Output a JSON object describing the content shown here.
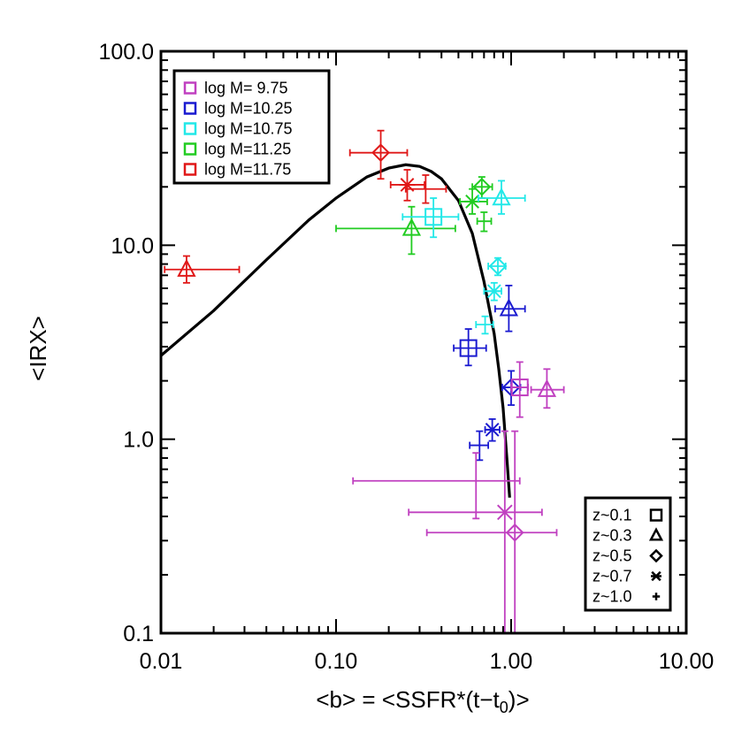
{
  "chart_data": {
    "type": "scatter",
    "title": "",
    "xlabel": "<b> = <SSFR*(t−t",
    "xlabel_sub": "0",
    "xlabel_end": ")>",
    "ylabel": "<IRX>",
    "x_scale": "log",
    "y_scale": "log",
    "xlim": [
      0.01,
      10.0
    ],
    "ylim": [
      0.1,
      100.0
    ],
    "x_ticks": [
      {
        "value": 0.01,
        "label": "0.01"
      },
      {
        "value": 0.1,
        "label": "0.10"
      },
      {
        "value": 1.0,
        "label": "1.00"
      },
      {
        "value": 10.0,
        "label": "10.00"
      }
    ],
    "y_ticks": [
      {
        "value": 0.1,
        "label": "0.1"
      },
      {
        "value": 1.0,
        "label": "1.0"
      },
      {
        "value": 10.0,
        "label": "10.0"
      },
      {
        "value": 100.0,
        "label": "100.0"
      }
    ],
    "mass_legend": [
      {
        "label": "log M= 9.75",
        "color": "#c040c0"
      },
      {
        "label": "log M=10.25",
        "color": "#1a1ad0"
      },
      {
        "label": "log M=10.75",
        "color": "#22e8e8"
      },
      {
        "label": "log M=11.25",
        "color": "#22cc22"
      },
      {
        "label": "log M=11.75",
        "color": "#e01818"
      }
    ],
    "redshift_legend": [
      {
        "label": "z~0.1",
        "marker": "square"
      },
      {
        "label": "z~0.3",
        "marker": "triangle"
      },
      {
        "label": "z~0.5",
        "marker": "diamond"
      },
      {
        "label": "z~0.7",
        "marker": "asterisk"
      },
      {
        "label": "z~1.0",
        "marker": "plus"
      }
    ],
    "points": [
      {
        "mass": "11.75",
        "z": "0.3",
        "x": 0.014,
        "y": 7.5,
        "xlo": 0.0105,
        "xhi": 0.028,
        "ylo": 6.4,
        "yhi": 8.8
      },
      {
        "mass": "11.75",
        "z": "0.5",
        "x": 0.18,
        "y": 30,
        "xlo": 0.12,
        "xhi": 0.255,
        "ylo": 22,
        "yhi": 39
      },
      {
        "mass": "11.75",
        "z": "0.7",
        "x": 0.255,
        "y": 20.5,
        "xlo": 0.205,
        "xhi": 0.32,
        "ylo": 17,
        "yhi": 24.5
      },
      {
        "mass": "11.75",
        "z": "1.0",
        "x": 0.325,
        "y": 19.5,
        "xlo": 0.25,
        "xhi": 0.425,
        "ylo": 16.5,
        "yhi": 23
      },
      {
        "mass": "11.25",
        "z": "0.3",
        "x": 0.27,
        "y": 12.2,
        "xlo": 0.1,
        "xhi": 0.48,
        "ylo": 9.0,
        "yhi": 15.8
      },
      {
        "mass": "11.25",
        "z": "0.5",
        "x": 0.68,
        "y": 20,
        "xlo": 0.6,
        "xhi": 0.78,
        "ylo": 17.5,
        "yhi": 22.5
      },
      {
        "mass": "11.25",
        "z": "0.7",
        "x": 0.6,
        "y": 16.8,
        "xlo": 0.51,
        "xhi": 0.73,
        "ylo": 14.5,
        "yhi": 19.5
      },
      {
        "mass": "11.25",
        "z": "1.0",
        "x": 0.7,
        "y": 13.3,
        "xlo": 0.64,
        "xhi": 0.77,
        "ylo": 11.8,
        "yhi": 14.8
      },
      {
        "mass": "10.75",
        "z": "0.1",
        "x": 0.36,
        "y": 14,
        "xlo": 0.24,
        "xhi": 0.5,
        "ylo": 11,
        "yhi": 17.5
      },
      {
        "mass": "10.75",
        "z": "0.3",
        "x": 0.88,
        "y": 17.5,
        "xlo": 0.65,
        "xhi": 1.2,
        "ylo": 14.5,
        "yhi": 21.5
      },
      {
        "mass": "10.75",
        "z": "0.5",
        "x": 0.84,
        "y": 7.8,
        "xlo": 0.74,
        "xhi": 0.93,
        "ylo": 7.0,
        "yhi": 8.6
      },
      {
        "mass": "10.75",
        "z": "0.7",
        "x": 0.8,
        "y": 5.8,
        "xlo": 0.7,
        "xhi": 0.88,
        "ylo": 5.2,
        "yhi": 6.4
      },
      {
        "mass": "10.75",
        "z": "1.0",
        "x": 0.71,
        "y": 3.9,
        "xlo": 0.63,
        "xhi": 0.79,
        "ylo": 3.5,
        "yhi": 4.3
      },
      {
        "mass": "10.25",
        "z": "0.1",
        "x": 0.57,
        "y": 2.95,
        "xlo": 0.47,
        "xhi": 0.72,
        "ylo": 2.4,
        "yhi": 3.7
      },
      {
        "mass": "10.25",
        "z": "0.3",
        "x": 0.97,
        "y": 4.7,
        "xlo": 0.81,
        "xhi": 1.2,
        "ylo": 3.6,
        "yhi": 6.2
      },
      {
        "mass": "10.25",
        "z": "0.5",
        "x": 1.0,
        "y": 1.85,
        "xlo": 0.89,
        "xhi": 1.13,
        "ylo": 1.5,
        "yhi": 2.25
      },
      {
        "mass": "10.25",
        "z": "0.7",
        "x": 0.78,
        "y": 1.12,
        "xlo": 0.71,
        "xhi": 0.86,
        "ylo": 0.98,
        "yhi": 1.27
      },
      {
        "mass": "10.25",
        "z": "1.0",
        "x": 0.66,
        "y": 0.93,
        "xlo": 0.58,
        "xhi": 0.74,
        "ylo": 0.78,
        "yhi": 1.1
      },
      {
        "mass": "9.75",
        "z": "0.1",
        "x": 1.12,
        "y": 1.85,
        "xlo": 1.0,
        "xhi": 1.25,
        "ylo": 1.3,
        "yhi": 2.5
      },
      {
        "mass": "9.75",
        "z": "0.3",
        "x": 1.6,
        "y": 1.8,
        "xlo": 1.3,
        "xhi": 2.0,
        "ylo": 1.45,
        "yhi": 2.3
      },
      {
        "mass": "9.75",
        "z": "0.7",
        "x": 0.92,
        "y": 0.42,
        "xlo": 0.26,
        "xhi": 1.5,
        "ylo": 0.1,
        "yhi": 1.1
      },
      {
        "mass": "9.75",
        "z": "0.5",
        "x": 1.05,
        "y": 0.33,
        "xlo": 0.33,
        "xhi": 1.82,
        "ylo": 0.1,
        "yhi": 1.1
      },
      {
        "mass": "9.75",
        "z": "1.0",
        "x": 0.63,
        "y": 0.61,
        "xlo": 0.125,
        "xhi": 1.12,
        "ylo": 0.39,
        "yhi": 0.85
      }
    ],
    "curve": {
      "color": "#000000",
      "points": [
        [
          0.01,
          2.7
        ],
        [
          0.02,
          4.6
        ],
        [
          0.04,
          8.4
        ],
        [
          0.07,
          13.5
        ],
        [
          0.1,
          17.5
        ],
        [
          0.15,
          22.5
        ],
        [
          0.2,
          25.0
        ],
        [
          0.25,
          26.0
        ],
        [
          0.3,
          25.5
        ],
        [
          0.35,
          24.0
        ],
        [
          0.4,
          22.0
        ],
        [
          0.5,
          17.0
        ],
        [
          0.6,
          11.5
        ],
        [
          0.7,
          6.5
        ],
        [
          0.8,
          3.5
        ],
        [
          0.85,
          2.3
        ],
        [
          0.9,
          1.45
        ],
        [
          0.95,
          0.75
        ],
        [
          0.98,
          0.5
        ]
      ]
    }
  }
}
